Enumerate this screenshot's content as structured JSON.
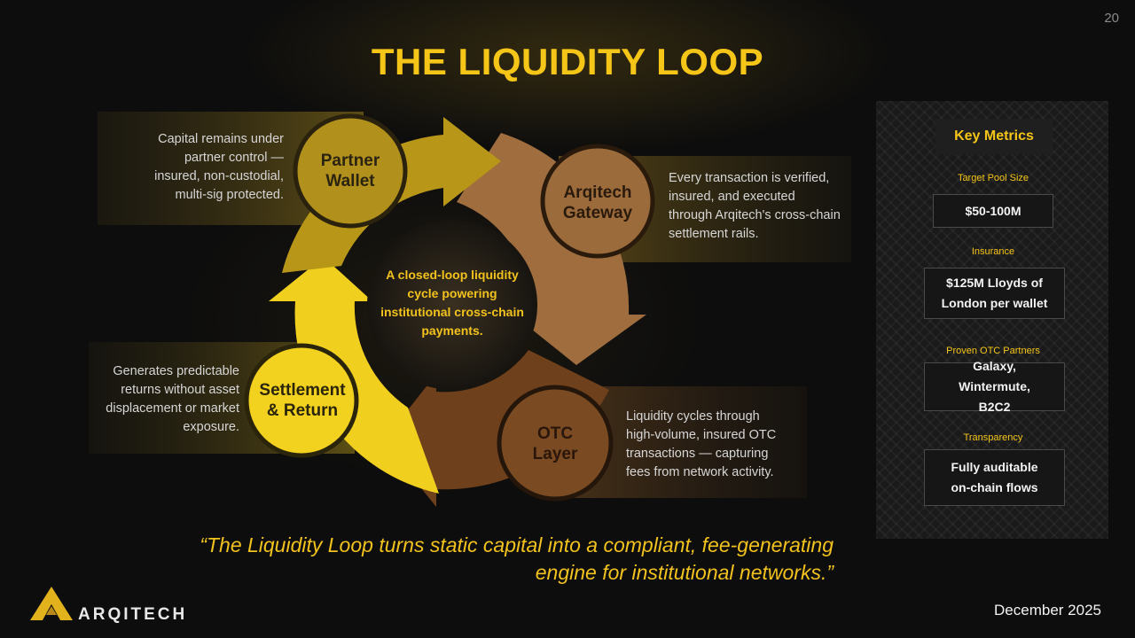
{
  "page_number": "20",
  "title": "THE LIQUIDITY LOOP",
  "loop": {
    "center_text": "A closed-loop liquidity cycle powering institutional cross-chain payments.",
    "nodes": [
      {
        "label": "Partner Wallet",
        "description": "Capital remains under partner control — insured, non-custodial, multi-sig protected.",
        "color": "#b1901c"
      },
      {
        "label": "Arqitech Gateway",
        "description": "Every transaction is verified, insured, and executed through Arqitech's cross-chain settlement rails.",
        "color": "#9c6b3b"
      },
      {
        "label": "OTC Layer",
        "description": "Liquidity cycles through high-volume, insured OTC transactions — capturing fees from network activity.",
        "color": "#7a4a22"
      },
      {
        "label": "Settlement & Return",
        "description": "Generates predictable returns without asset displacement or market exposure.",
        "color": "#f2d21e"
      }
    ]
  },
  "key_metrics": {
    "title": "Key Metrics",
    "items": [
      {
        "label": "Target Pool Size",
        "value": "$50-100M"
      },
      {
        "label": "Insurance",
        "value": "$125M Lloyds of London per wallet"
      },
      {
        "label": "Proven OTC Partners",
        "value": "Galaxy, Wintermute, B2C2"
      },
      {
        "label": "Transparency",
        "value": "Fully auditable on-chain flows"
      }
    ]
  },
  "quote": "“The Liquidity Loop turns static capital into a compliant, fee-generating engine for institutional networks.”",
  "brand": "ARQITECH",
  "date": "December 2025",
  "colors": {
    "accent": "#f5c518",
    "background": "#0d0d0d"
  }
}
